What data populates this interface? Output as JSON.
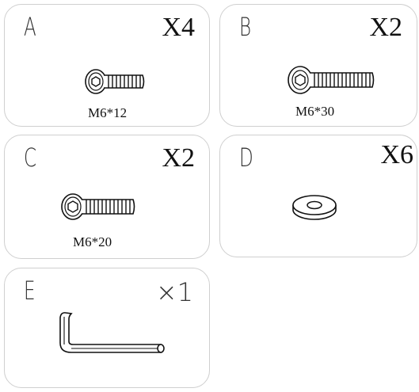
{
  "parts": [
    {
      "letter": "A",
      "quantity": "X4",
      "spec": "M6*12",
      "icon": "short-bolt-icon"
    },
    {
      "letter": "B",
      "quantity": "X2",
      "spec": "M6*30",
      "icon": "long-bolt-icon"
    },
    {
      "letter": "C",
      "quantity": "X2",
      "spec": "M6*20",
      "icon": "medium-bolt-icon"
    },
    {
      "letter": "D",
      "quantity": "X6",
      "spec": "",
      "icon": "washer-icon"
    },
    {
      "letter": "E",
      "quantity": "×1",
      "spec": "",
      "icon": "allen-key-icon"
    }
  ]
}
